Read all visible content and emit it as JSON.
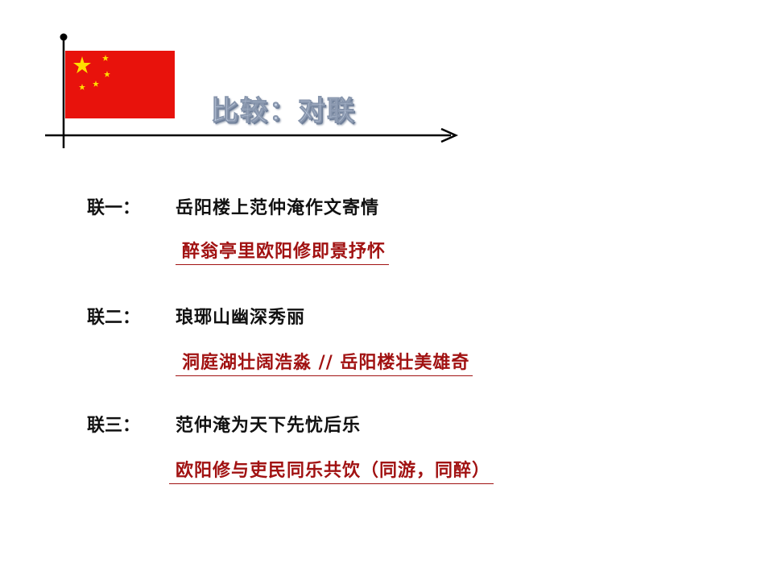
{
  "title": "比较：对联",
  "colors": {
    "flag_red": "#e8120c",
    "star_yellow": "#ffde00",
    "accent_red": "#a11212",
    "title_fill": "#c9d4e6"
  },
  "couplets": [
    {
      "label": "联一：",
      "text": "岳阳楼上范仲淹作文寄情",
      "reply": "醉翁亭里欧阳修即景抒怀"
    },
    {
      "label": "联二：",
      "text": "琅琊山幽深秀丽",
      "reply": "洞庭湖壮阔浩淼 // 岳阳楼壮美雄奇"
    },
    {
      "label": "联三：",
      "text": "范仲淹为天下先忧后乐",
      "reply": "欧阳修与吏民同乐共饮（同游，同醉）"
    }
  ]
}
